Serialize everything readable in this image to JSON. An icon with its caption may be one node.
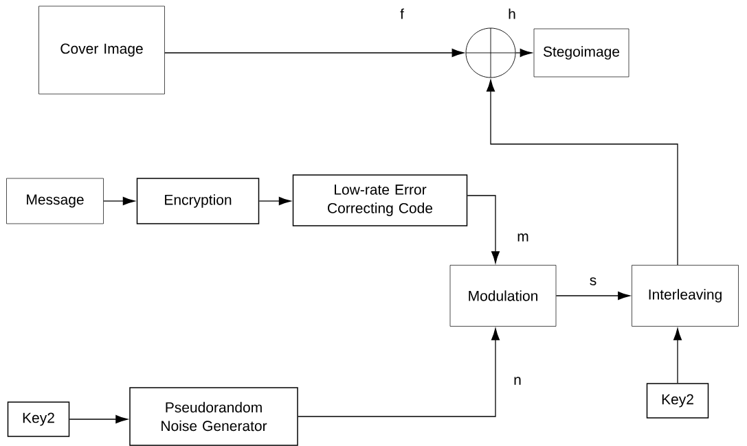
{
  "diagram": {
    "nodes": [
      {
        "text": [
          "Cover Image"
        ]
      },
      {
        "text": [],
        "shape": "circle"
      },
      {
        "text": [
          "Stegoimage"
        ]
      },
      {
        "text": [
          "Message"
        ]
      },
      {
        "text": [
          "Encryption"
        ]
      },
      {
        "text": [
          "Low-rate Error Correcting Code"
        ]
      },
      {
        "text": [
          "Modulation"
        ]
      },
      {
        "text": [
          "Interleaving"
        ]
      },
      {
        "text": [
          "Key2"
        ]
      },
      {
        "text": [
          "Pseudorandom Noise Generator"
        ]
      },
      {
        "text": [
          "Key2"
        ]
      }
    ],
    "edges": [
      {
        "from": 0,
        "to": 1,
        "arrow": "to",
        "label": "f"
      },
      {
        "from": 1,
        "to": 2,
        "arrow": "to",
        "label": "h"
      },
      {
        "from": 7,
        "to": 1,
        "arrow": "to"
      },
      {
        "from": 3,
        "to": 4,
        "arrow": "to"
      },
      {
        "from": 4,
        "to": 5,
        "arrow": "to"
      },
      {
        "from": 5,
        "to": 6,
        "arrow": "to",
        "label": "m"
      },
      {
        "from": 6,
        "to": 7,
        "arrow": "to",
        "label": "s"
      },
      {
        "from": 8,
        "to": 9,
        "arrow": "to"
      },
      {
        "from": 9,
        "to": 6,
        "arrow": "to",
        "label": "n"
      },
      {
        "from": 10,
        "to": 7,
        "arrow": "to"
      }
    ]
  }
}
